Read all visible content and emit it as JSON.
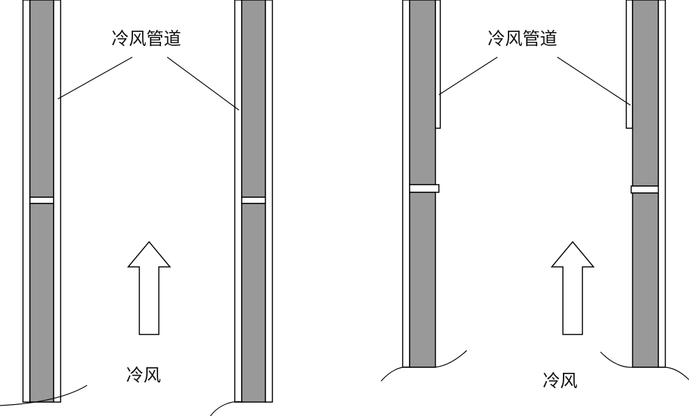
{
  "figure": {
    "left_panel": {
      "duct_label": "冷风管道",
      "flow_label": "冷风"
    },
    "right_panel": {
      "duct_label": "冷风管道",
      "flow_label": "冷风"
    }
  },
  "colors": {
    "pipe_fill": "#999999",
    "line": "#000000",
    "background": "#ffffff"
  }
}
